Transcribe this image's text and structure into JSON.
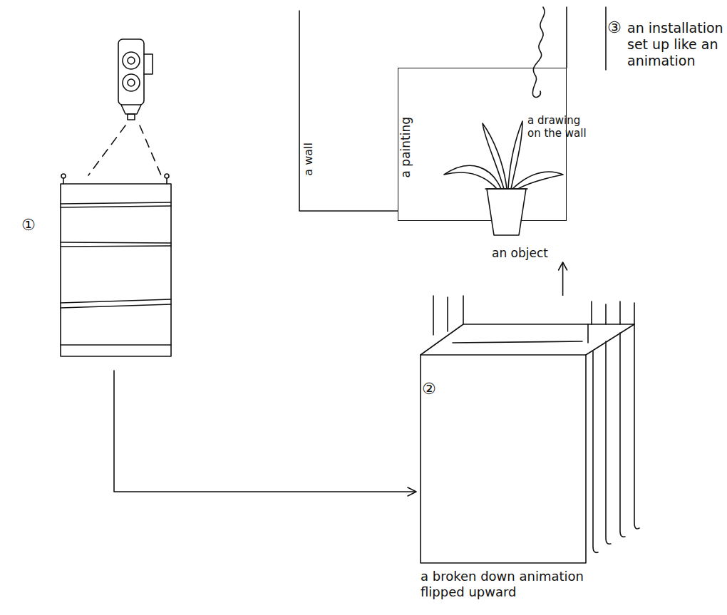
{
  "diagram": {
    "nodes": [
      {
        "text": [
          "a painting"
        ]
      },
      {
        "text": [
          "an object"
        ]
      },
      {
        "text": [
          "a broken down animation flipped upward"
        ]
      }
    ],
    "edges": [
      {
        "from": 2,
        "to": 1,
        "arrow": "to"
      }
    ],
    "labels": [
      "①",
      "②",
      "③",
      "an installation set up like an animation",
      "a wall",
      "a drawing on the wall"
    ]
  }
}
